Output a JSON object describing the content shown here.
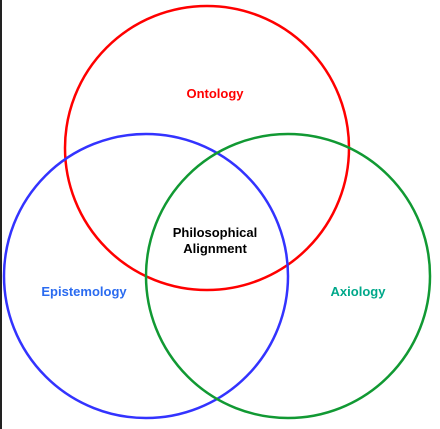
{
  "diagram": {
    "circles": [
      {
        "id": "ontology",
        "label": "Ontology",
        "color": "#ff0000"
      },
      {
        "id": "epistemology",
        "label": "Epistemology",
        "color": "#3333ff"
      },
      {
        "id": "axiology",
        "label": "Axiology",
        "color": "#119933"
      }
    ],
    "label_colors": {
      "ontology": "#ff0000",
      "epistemology": "#2a6bf0",
      "axiology": "#00a88a"
    },
    "center": {
      "line1": "Philosophical",
      "line2": "Alignment"
    }
  }
}
